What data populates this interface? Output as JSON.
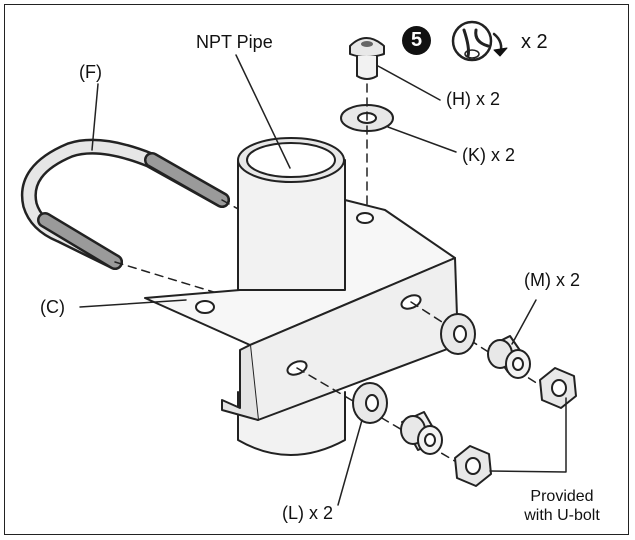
{
  "step": {
    "number": "5",
    "icon": "tighten-rotate-icon",
    "quantity": "x 2"
  },
  "labels": {
    "npt_pipe": "NPT Pipe",
    "f": "(F)",
    "c": "(C)",
    "h": "(H) x 2",
    "k": "(K) x 2",
    "m": "(M) x 2",
    "l": "(L) x 2",
    "provided_line1": "Provided",
    "provided_line2": "with U-bolt"
  }
}
